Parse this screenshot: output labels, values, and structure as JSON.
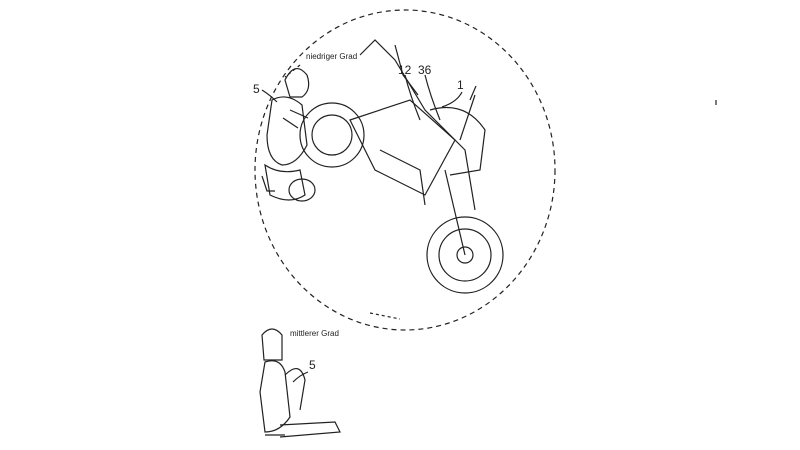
{
  "figure": {
    "labels": {
      "low_degree": "niedriger Grad",
      "medium_degree": "mittlerer Grad",
      "ref_rider_top": "5",
      "ref_rider_bottom": "5",
      "ref_12": "12",
      "ref_36": "36",
      "ref_1": "1"
    },
    "line_color": "#222222"
  }
}
